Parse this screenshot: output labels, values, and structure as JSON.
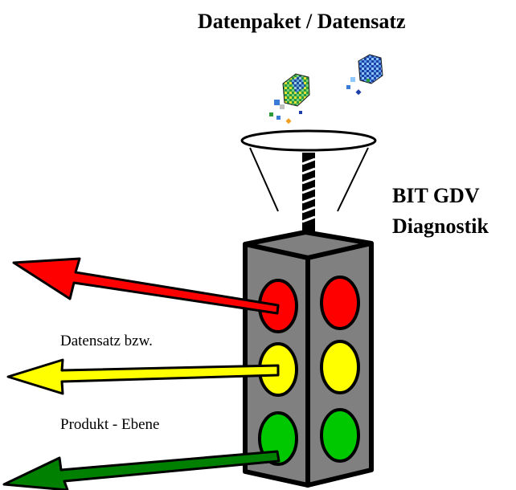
{
  "title": "Datenpaket / Datensatz",
  "diagnostic_label": {
    "line1": "BIT GDV",
    "line2": "Diagnostik"
  },
  "level_label": {
    "line1": "Datensatz bzw.",
    "line2": "Produkt - Ebene"
  },
  "colors": {
    "red": "#ff0000",
    "yellow": "#ffff00",
    "green": "#00c800",
    "housing": "#808080",
    "outline": "#000000"
  },
  "icons": [
    "data-cube-icon",
    "data-cube-small-icon",
    "funnel-icon",
    "traffic-light-icon"
  ]
}
